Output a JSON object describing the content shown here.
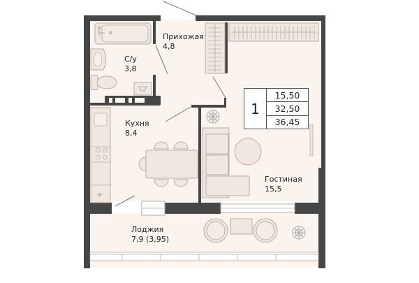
{
  "plan": {
    "colors": {
      "wall": "#464646",
      "floor": "#fbf4ee",
      "furniture": "#efe7e0",
      "furniture_stroke": "#b9ada4",
      "window": "#ffffff"
    },
    "rooms": [
      {
        "id": "hallway",
        "name": "Прихожая",
        "area": "4,8"
      },
      {
        "id": "bathroom",
        "name": "С/у",
        "area": "3,8"
      },
      {
        "id": "kitchen",
        "name": "Кухня",
        "area": "8,4"
      },
      {
        "id": "living",
        "name": "Гостиная",
        "area": "15,5"
      },
      {
        "id": "loggia",
        "name": "Лоджия",
        "area": "7,9 (3,95)"
      }
    ],
    "summary": {
      "rooms_count": "1",
      "living_area": "15,50",
      "total_area": "32,50",
      "total_with_loggia": "36,45"
    }
  }
}
